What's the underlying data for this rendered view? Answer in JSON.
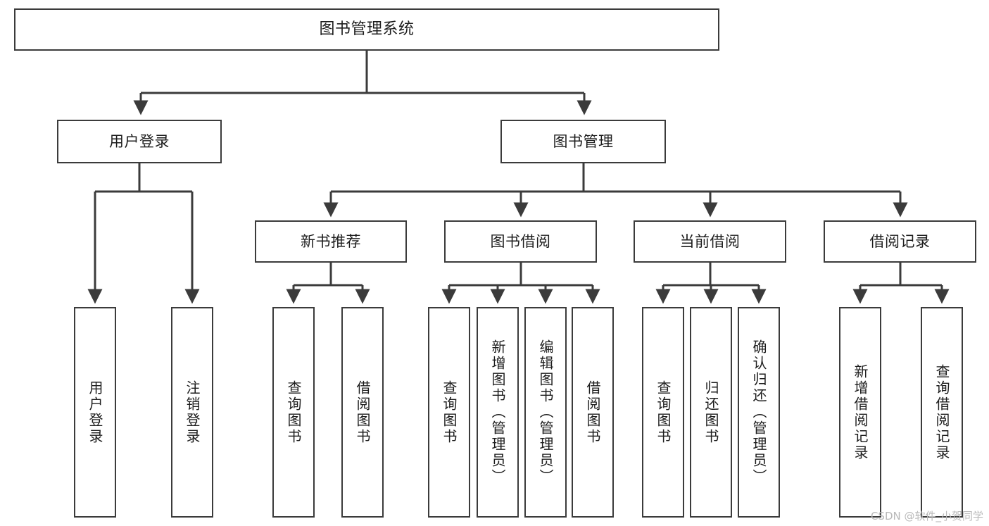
{
  "diagram": {
    "type": "tree-hierarchy",
    "title": "图书管理系统",
    "orientation": "top-down",
    "colors": {
      "stroke": "#3b3b3b",
      "fill": "#ffffff",
      "text": "#1d1d1d",
      "watermark": "#b9b9b9"
    }
  },
  "watermark": {
    "text": "CSDN @软件_小贺同学"
  },
  "nodes": {
    "root": {
      "label": "图书管理系统"
    },
    "level2": [
      {
        "label": "用户登录"
      },
      {
        "label": "图书管理"
      }
    ],
    "level3": [
      {
        "label": "新书推荐"
      },
      {
        "label": "图书借阅"
      },
      {
        "label": "当前借阅"
      },
      {
        "label": "借阅记录"
      }
    ],
    "leaves_user_login": [
      {
        "label": "用户登录"
      },
      {
        "label": "注销登录"
      }
    ],
    "leaves_new_book": [
      {
        "label": "查询图书"
      },
      {
        "label": "借阅图书"
      }
    ],
    "leaves_borrow": [
      {
        "label": "查询图书"
      },
      {
        "label": "新增图书（管理员）"
      },
      {
        "label": "编辑图书（管理员）"
      },
      {
        "label": "借阅图书"
      }
    ],
    "leaves_current": [
      {
        "label": "查询图书"
      },
      {
        "label": "归还图书"
      },
      {
        "label": "确认归还（管理员）"
      }
    ],
    "leaves_records": [
      {
        "label": "新增借阅记录"
      },
      {
        "label": "查询借阅记录"
      }
    ]
  }
}
